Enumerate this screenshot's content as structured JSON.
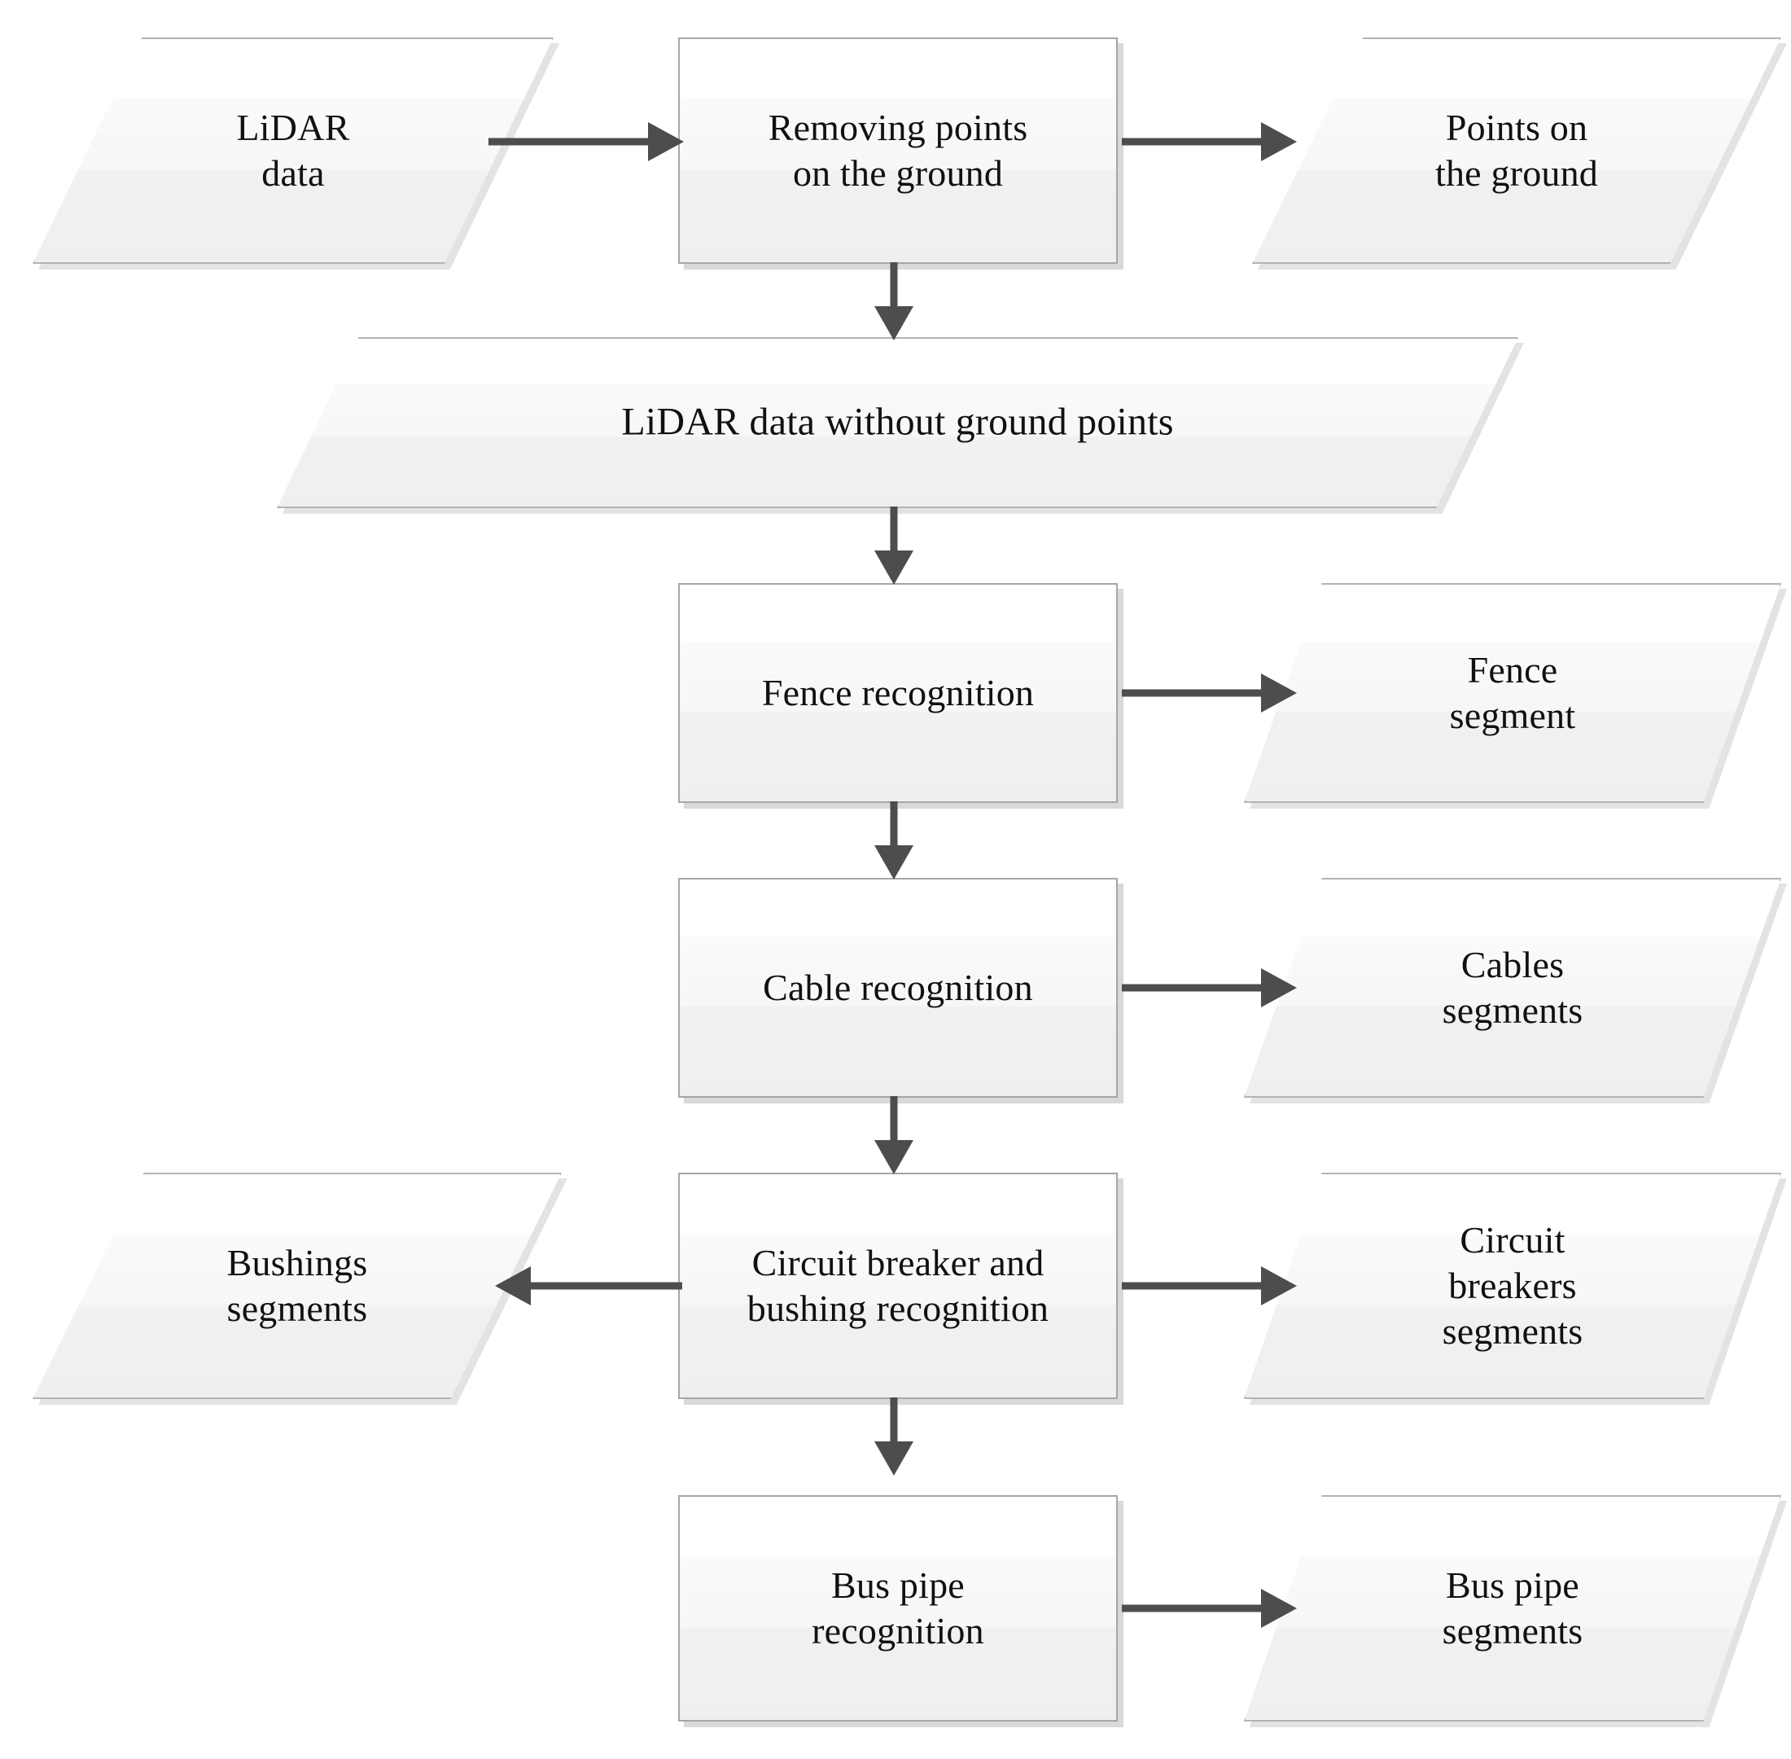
{
  "diagram": {
    "title": "LiDAR substation component recognition workflow",
    "colors": {
      "node_border": "#a6a6a6",
      "data_border": "#b3b3b3",
      "node_fill_top": "#ffffff",
      "node_fill_bottom": "#efefef",
      "connector": "#4d4d4d",
      "shadow": "#d9d9d9",
      "text": "#111111",
      "background": "#ffffff"
    },
    "nodes": [
      {
        "id": "lidar-data",
        "shape": "parallelogram",
        "label": "LiDAR\ndata"
      },
      {
        "id": "removing-ground",
        "shape": "rectangle",
        "label": "Removing points\non the ground"
      },
      {
        "id": "points-on-ground",
        "shape": "parallelogram",
        "label": "Points on\nthe ground"
      },
      {
        "id": "lidar-no-ground",
        "shape": "parallelogram",
        "label": "LiDAR data without ground points"
      },
      {
        "id": "fence-recognition",
        "shape": "rectangle",
        "label": "Fence recognition"
      },
      {
        "id": "fence-segment",
        "shape": "parallelogram",
        "label": "Fence\nsegment"
      },
      {
        "id": "cable-recognition",
        "shape": "rectangle",
        "label": "Cable recognition"
      },
      {
        "id": "cables-segments",
        "shape": "parallelogram",
        "label": "Cables\nsegments"
      },
      {
        "id": "breaker-bushing",
        "shape": "rectangle",
        "label": "Circuit breaker and\nbushing recognition"
      },
      {
        "id": "bushings-segments",
        "shape": "parallelogram",
        "label": "Bushings\nsegments"
      },
      {
        "id": "breakers-segments",
        "shape": "parallelogram",
        "label": "Circuit\nbreakers\nsegments"
      },
      {
        "id": "bus-pipe-recognition",
        "shape": "rectangle",
        "label": "Bus pipe\nrecognition"
      },
      {
        "id": "bus-pipe-segments",
        "shape": "parallelogram",
        "label": "Bus pipe\nsegments"
      }
    ],
    "edges": [
      {
        "id": "e1",
        "from": "lidar-data",
        "to": "removing-ground",
        "direction": "right"
      },
      {
        "id": "e2",
        "from": "removing-ground",
        "to": "points-on-ground",
        "direction": "right"
      },
      {
        "id": "e3",
        "from": "removing-ground",
        "to": "lidar-no-ground",
        "direction": "down"
      },
      {
        "id": "e4",
        "from": "lidar-no-ground",
        "to": "fence-recognition",
        "direction": "down"
      },
      {
        "id": "e5",
        "from": "fence-recognition",
        "to": "fence-segment",
        "direction": "right"
      },
      {
        "id": "e6",
        "from": "fence-recognition",
        "to": "cable-recognition",
        "direction": "down"
      },
      {
        "id": "e7",
        "from": "cable-recognition",
        "to": "cables-segments",
        "direction": "right"
      },
      {
        "id": "e8",
        "from": "cable-recognition",
        "to": "breaker-bushing",
        "direction": "down"
      },
      {
        "id": "e9",
        "from": "breaker-bushing",
        "to": "bushings-segments",
        "direction": "left"
      },
      {
        "id": "e10",
        "from": "breaker-bushing",
        "to": "breakers-segments",
        "direction": "right"
      },
      {
        "id": "e11",
        "from": "breaker-bushing",
        "to": "bus-pipe-recognition",
        "direction": "down"
      },
      {
        "id": "e12",
        "from": "bus-pipe-recognition",
        "to": "bus-pipe-segments",
        "direction": "right"
      }
    ]
  }
}
